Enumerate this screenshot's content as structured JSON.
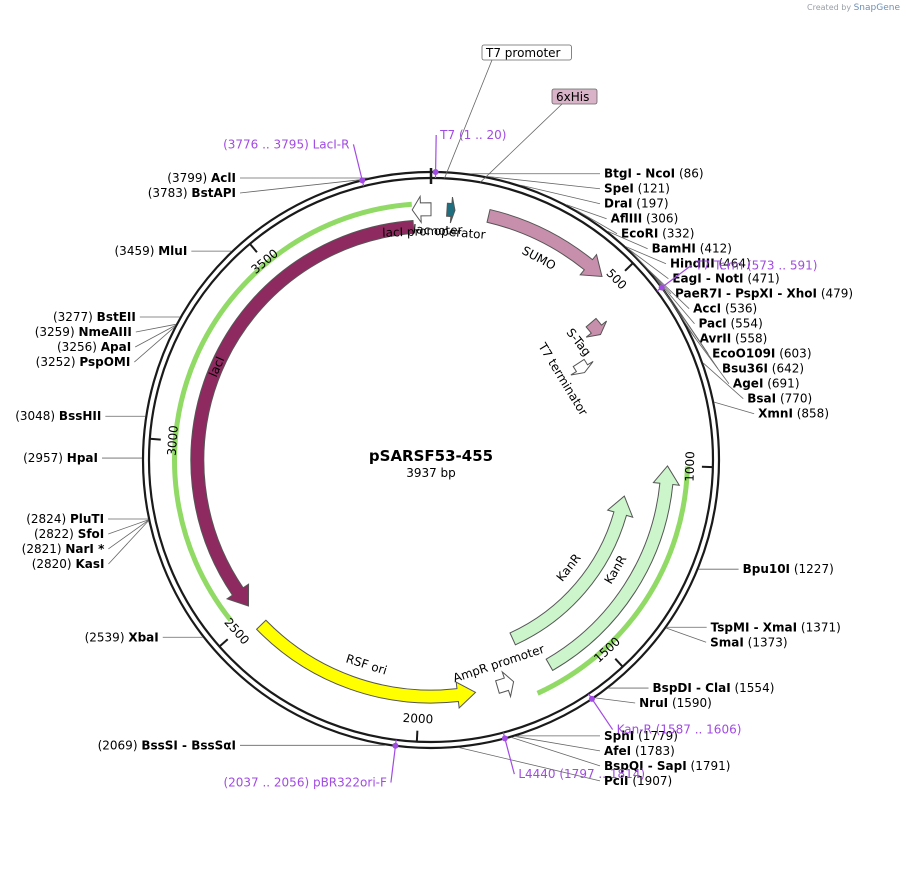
{
  "credit": {
    "prefix": "Created by",
    "brand": "SnapGene"
  },
  "plasmid": {
    "name": "pSARSF53-455",
    "size_label": "3937 bp",
    "length": 3937
  },
  "colors": {
    "backbone": "#1a1a1a",
    "primer": "#a24be2",
    "lacI": "#8f2a60",
    "sumo": "#c78fab",
    "stag": "#c78fab",
    "lac_operator": "#1f6f80",
    "rsf_ori": "#ffff00",
    "kanr": "#ccf5cc",
    "highlight": "#7cd44a"
  },
  "ticks": [
    {
      "pos": 500,
      "label": "500"
    },
    {
      "pos": 1000,
      "label": "1000"
    },
    {
      "pos": 1500,
      "label": "1500"
    },
    {
      "pos": 2000,
      "label": "2000"
    },
    {
      "pos": 2500,
      "label": "2500"
    },
    {
      "pos": 3000,
      "label": "3000"
    },
    {
      "pos": 3500,
      "label": "3500"
    }
  ],
  "features": [
    {
      "id": "laci",
      "label": "lacI",
      "start": 3890,
      "end": 2530,
      "ring": 0.82,
      "color": "#8f2a60",
      "text_color": "#ffffff"
    },
    {
      "id": "laci-promoter",
      "label": "lacI promoter",
      "start": 3937,
      "end": 3890,
      "ring": 0.88,
      "color": "#ffffff"
    },
    {
      "id": "lac-operator",
      "label": "lac operator",
      "start": 40,
      "end": 60,
      "ring": 0.88,
      "color": "#1f6f80"
    },
    {
      "id": "sumo",
      "label": "SUMO",
      "start": 145,
      "end": 470,
      "ring": 0.88,
      "color": "#c78fab"
    },
    {
      "id": "s-tag",
      "label": "S-Tag",
      "start": 540,
      "end": 585,
      "ring": 0.74,
      "color": "#c78fab"
    },
    {
      "id": "t7-terminator",
      "label": "T7 terminator",
      "start": 620,
      "end": 660,
      "ring": 0.62,
      "color": "#ffffff"
    },
    {
      "id": "kanr-outer",
      "label": "KanR",
      "start": 1640,
      "end": 1000,
      "ring": 0.83,
      "color": "#ccf5cc"
    },
    {
      "id": "kanr-inner",
      "label": "KanR",
      "start": 1700,
      "end": 1100,
      "ring": 0.69,
      "color": "#ccf5cc"
    },
    {
      "id": "ampr-promoter",
      "label": "AmpR promoter",
      "start": 1790,
      "end": 1745,
      "ring": 0.83,
      "color": "#ffffff"
    },
    {
      "id": "rsf-ori",
      "label": "RSF ori",
      "start": 2470,
      "end": 1850,
      "ring": 0.83,
      "color": "#ffff00"
    }
  ],
  "enzymes": [
    {
      "name": "AclI",
      "pos": 3799,
      "pos_label": "(3799)",
      "side": "left"
    },
    {
      "name": "BstAPI",
      "pos": 3783,
      "pos_label": "(3783)",
      "side": "left"
    },
    {
      "name": "MluI",
      "pos": 3459,
      "pos_label": "(3459)",
      "side": "left"
    },
    {
      "name": "BstEII",
      "pos": 3277,
      "pos_label": "(3277)",
      "side": "left"
    },
    {
      "name": "NmeAIII",
      "pos": 3259,
      "pos_label": "(3259)",
      "side": "left"
    },
    {
      "name": "ApaI",
      "pos": 3256,
      "pos_label": "(3256)",
      "side": "left"
    },
    {
      "name": "PspOMI",
      "pos": 3252,
      "pos_label": "(3252)",
      "side": "left"
    },
    {
      "name": "BssHII",
      "pos": 3048,
      "pos_label": "(3048)",
      "side": "left"
    },
    {
      "name": "HpaI",
      "pos": 2957,
      "pos_label": "(2957)",
      "side": "left"
    },
    {
      "name": "PluTI",
      "pos": 2824,
      "pos_label": "(2824)",
      "side": "left"
    },
    {
      "name": "SfoI",
      "pos": 2822,
      "pos_label": "(2822)",
      "side": "left"
    },
    {
      "name": "NarI *",
      "pos": 2821,
      "pos_label": "(2821)",
      "side": "left"
    },
    {
      "name": "KasI",
      "pos": 2820,
      "pos_label": "(2820)",
      "side": "left"
    },
    {
      "name": "XbaI",
      "pos": 2539,
      "pos_label": "(2539)",
      "side": "left"
    },
    {
      "name": "BssSI - BssSαI",
      "pos": 2069,
      "pos_label": "(2069)",
      "side": "left"
    },
    {
      "name": "BtgI - NcoI",
      "pos": 86,
      "pos_label": "(86)",
      "side": "right"
    },
    {
      "name": "SpeI",
      "pos": 121,
      "pos_label": "(121)",
      "side": "right"
    },
    {
      "name": "DraI",
      "pos": 197,
      "pos_label": "(197)",
      "side": "right"
    },
    {
      "name": "AflIII",
      "pos": 306,
      "pos_label": "(306)",
      "side": "right"
    },
    {
      "name": "EcoRI",
      "pos": 332,
      "pos_label": "(332)",
      "side": "right"
    },
    {
      "name": "BamHI",
      "pos": 412,
      "pos_label": "(412)",
      "side": "right"
    },
    {
      "name": "HindIII",
      "pos": 464,
      "pos_label": "(464)",
      "side": "right"
    },
    {
      "name": "EagI - NotI",
      "pos": 471,
      "pos_label": "(471)",
      "side": "right"
    },
    {
      "name": "PaeR7I - PspXI - XhoI",
      "pos": 479,
      "pos_label": "(479)",
      "side": "right"
    },
    {
      "name": "AccI",
      "pos": 536,
      "pos_label": "(536)",
      "side": "right"
    },
    {
      "name": "PacI",
      "pos": 554,
      "pos_label": "(554)",
      "side": "right"
    },
    {
      "name": "AvrII",
      "pos": 558,
      "pos_label": "(558)",
      "side": "right"
    },
    {
      "name": "EcoO109I",
      "pos": 603,
      "pos_label": "(603)",
      "side": "right"
    },
    {
      "name": "Bsu36I",
      "pos": 642,
      "pos_label": "(642)",
      "side": "right"
    },
    {
      "name": "AgeI",
      "pos": 691,
      "pos_label": "(691)",
      "side": "right"
    },
    {
      "name": "BsaI",
      "pos": 770,
      "pos_label": "(770)",
      "side": "right"
    },
    {
      "name": "XmnI",
      "pos": 858,
      "pos_label": "(858)",
      "side": "right"
    },
    {
      "name": "Bpu10I",
      "pos": 1227,
      "pos_label": "(1227)",
      "side": "right"
    },
    {
      "name": "TspMI - XmaI",
      "pos": 1371,
      "pos_label": "(1371)",
      "side": "right"
    },
    {
      "name": "SmaI",
      "pos": 1373,
      "pos_label": "(1373)",
      "side": "right"
    },
    {
      "name": "BspDI - ClaI",
      "pos": 1554,
      "pos_label": "(1554)",
      "side": "right"
    },
    {
      "name": "NruI",
      "pos": 1590,
      "pos_label": "(1590)",
      "side": "right"
    },
    {
      "name": "SphI",
      "pos": 1779,
      "pos_label": "(1779)",
      "side": "right"
    },
    {
      "name": "AfeI",
      "pos": 1783,
      "pos_label": "(1783)",
      "side": "right"
    },
    {
      "name": "BspQI - SapI",
      "pos": 1791,
      "pos_label": "(1791)",
      "side": "right"
    },
    {
      "name": "PciI",
      "pos": 1907,
      "pos_label": "(1907)",
      "side": "right"
    }
  ],
  "primers": [
    {
      "name": "T7",
      "range": "(1 .. 20)",
      "pos": 10
    },
    {
      "name": "LacI-R",
      "range": "(3776 .. 3795)",
      "pos": 3786
    },
    {
      "name": "T7 Term",
      "range": "(573 .. 591)",
      "pos": 582
    },
    {
      "name": "Kan-R",
      "range": "(1587 .. 1606)",
      "pos": 1597
    },
    {
      "name": "L4440",
      "range": "(1797 .. 1814)",
      "pos": 1806
    },
    {
      "name": "pBR322ori-F",
      "range": "(2037 .. 2056)",
      "pos": 2046
    }
  ],
  "callouts": [
    {
      "id": "t7-promoter",
      "label": "T7 promoter",
      "pos": 30,
      "fill": "#ffffff"
    },
    {
      "id": "6xhis",
      "label": "6xHis",
      "pos": 110,
      "fill": "#d9b3c8"
    }
  ]
}
